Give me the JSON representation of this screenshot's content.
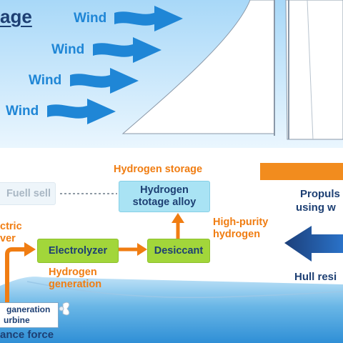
{
  "title_fragment": "age",
  "wind_labels": [
    "Wind",
    "Wind",
    "Wind",
    "Wind"
  ],
  "labels": {
    "hydrogen_storage": "Hydrogen storage",
    "electric_power_line1": "ctric",
    "electric_power_line2": "ver",
    "high_purity_line1": "High-purity",
    "high_purity_line2": "hydrogen",
    "hydrogen_generation_line1": "Hydrogen",
    "hydrogen_generation_line2": "generation",
    "propulsion_line1": "Propuls",
    "propulsion_line2": "using w",
    "hull_resistance": "Hull resi",
    "resistance_force": "ance force"
  },
  "boxes": {
    "fuel_cell": "Fuell sell",
    "hydrogen_alloy_line1": "Hydrogen",
    "hydrogen_alloy_line2": "stotage alloy",
    "electrolyzer": "Electrolyzer",
    "desiccant": "Desiccant",
    "turbine_line1": "ganeration",
    "turbine_line2": "urbine"
  },
  "colors": {
    "sky": "#cfe9fb",
    "wind_blue": "#1f86d6",
    "flow_orange": "#f07d12",
    "navy": "#1d3f73",
    "electrolyzer_green": "#a2d63a",
    "alloy_cyan": "#a9e3f4",
    "sea": "#4aa3de"
  }
}
